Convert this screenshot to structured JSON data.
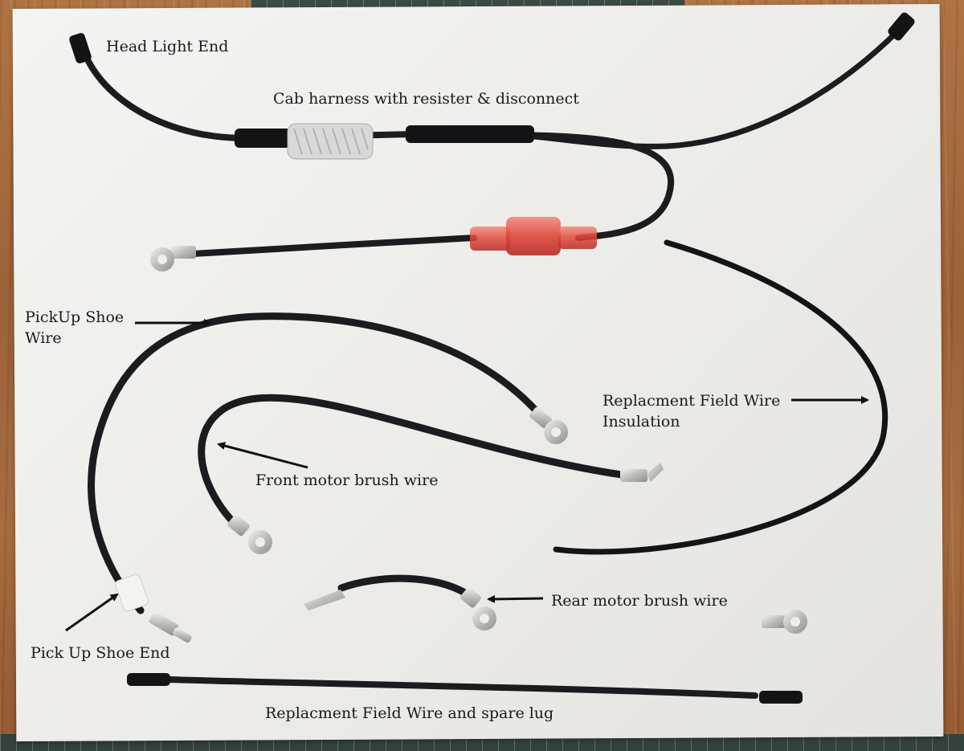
{
  "labels": {
    "head_light_end": "Head Light End",
    "cab_harness": "Cab harness with resister & disconnect",
    "pickup_shoe_wire_line1": "PickUp Shoe",
    "pickup_shoe_wire_line2": "Wire",
    "field_wire_insulation_line1": "Replacment Field Wire",
    "field_wire_insulation_line2": "Insulation",
    "front_motor_brush_wire": "Front motor brush wire",
    "rear_motor_brush_wire": "Rear motor brush wire",
    "pick_up_shoe_end": "Pick Up Shoe End",
    "field_wire_spare_lug": "Replacment Field Wire and spare lug"
  },
  "colors": {
    "wire": "#1c1c1e",
    "paper": "#efeeeb",
    "connector": "#e0453a",
    "braid": "#d8d8d8",
    "lug": "#c9c9c6"
  }
}
